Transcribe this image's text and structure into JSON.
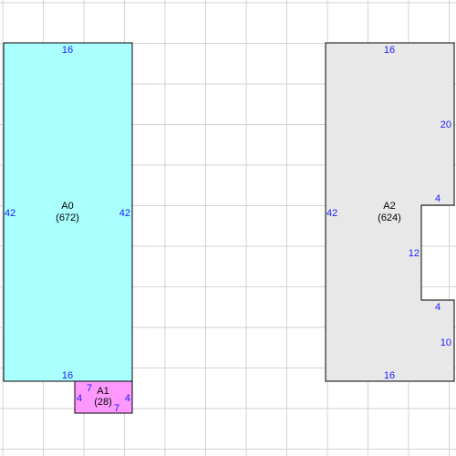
{
  "colors": {
    "grid": "#d3d3d3",
    "outline": "#000000",
    "dimension_text": "#1a1aff",
    "label_text": "#000000"
  },
  "areas": [
    {
      "id": "A0",
      "area_text": "(672)",
      "fill": "#aaffff",
      "dimensions": {
        "top": "16",
        "bottom": "16",
        "left": "42",
        "right": "42"
      }
    },
    {
      "id": "A1",
      "area_text": "(28)",
      "fill": "#ff99ff",
      "dimensions": {
        "top": "7",
        "bottom": "7",
        "left": "4",
        "right": "4"
      }
    },
    {
      "id": "A2",
      "area_text": "(624)",
      "fill": "#e8e8e8",
      "dimensions": {
        "top": "16",
        "left": "42",
        "bottom": "16",
        "right_upper": "20",
        "notch_top": "4",
        "notch_depth": "12",
        "notch_bottom": "4",
        "right_lower": "10"
      }
    }
  ]
}
